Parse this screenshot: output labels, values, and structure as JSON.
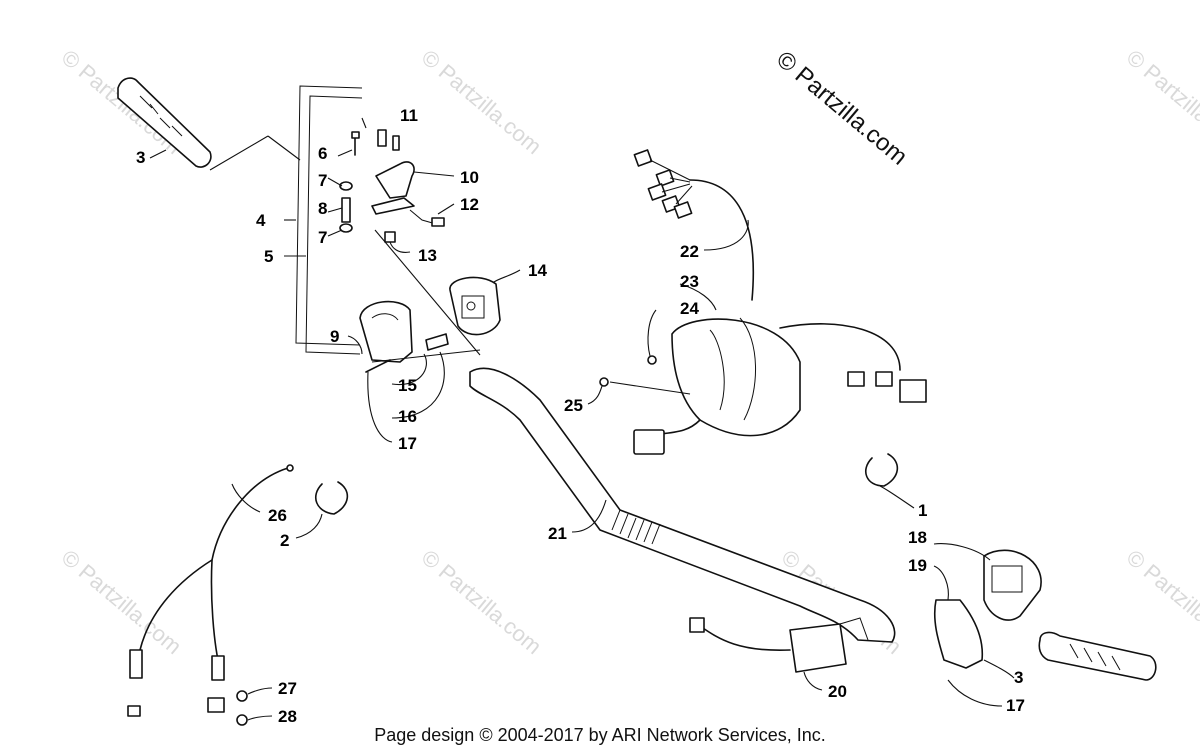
{
  "watermark": {
    "text": "© Partzilla.com"
  },
  "brand": {
    "text": "© Partzilla.com"
  },
  "footer": {
    "text": "Page design © 2004-2017 by ARI Network Services, Inc."
  },
  "callouts": [
    {
      "id": "c1",
      "text": "1"
    },
    {
      "id": "c2",
      "text": "2"
    },
    {
      "id": "c3a",
      "text": "3"
    },
    {
      "id": "c3b",
      "text": "3"
    },
    {
      "id": "c4",
      "text": "4"
    },
    {
      "id": "c5",
      "text": "5"
    },
    {
      "id": "c6",
      "text": "6"
    },
    {
      "id": "c7a",
      "text": "7"
    },
    {
      "id": "c7b",
      "text": "7"
    },
    {
      "id": "c8",
      "text": "8"
    },
    {
      "id": "c9",
      "text": "9"
    },
    {
      "id": "c10",
      "text": "10"
    },
    {
      "id": "c11",
      "text": "11"
    },
    {
      "id": "c12",
      "text": "12"
    },
    {
      "id": "c13",
      "text": "13"
    },
    {
      "id": "c14",
      "text": "14"
    },
    {
      "id": "c15",
      "text": "15"
    },
    {
      "id": "c16",
      "text": "16"
    },
    {
      "id": "c17a",
      "text": "17"
    },
    {
      "id": "c17b",
      "text": "17"
    },
    {
      "id": "c18",
      "text": "18"
    },
    {
      "id": "c19",
      "text": "19"
    },
    {
      "id": "c20",
      "text": "20"
    },
    {
      "id": "c21",
      "text": "21"
    },
    {
      "id": "c22",
      "text": "22"
    },
    {
      "id": "c23",
      "text": "23"
    },
    {
      "id": "c24",
      "text": "24"
    },
    {
      "id": "c25",
      "text": "25"
    },
    {
      "id": "c26",
      "text": "26"
    },
    {
      "id": "c27",
      "text": "27"
    },
    {
      "id": "c28",
      "text": "28"
    }
  ]
}
